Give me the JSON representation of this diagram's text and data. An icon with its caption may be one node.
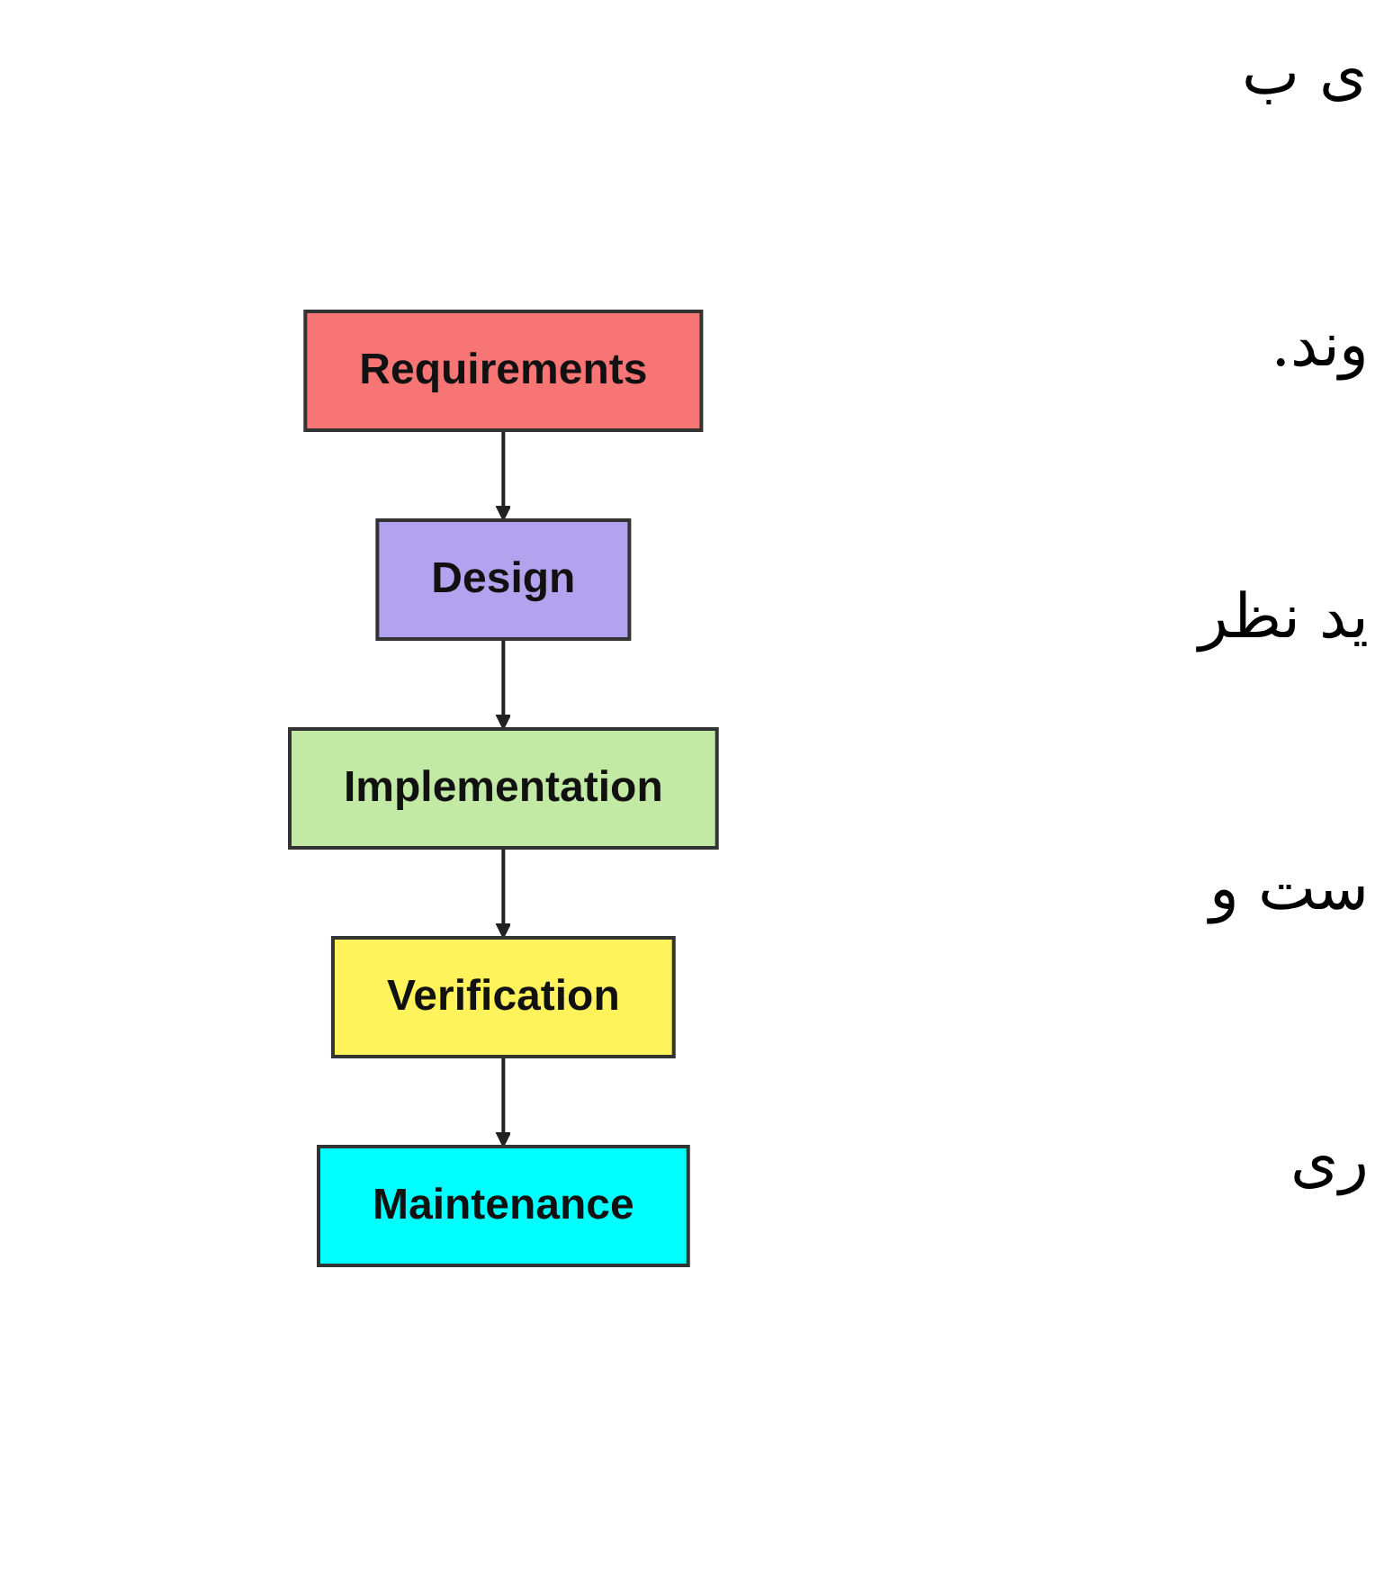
{
  "diagram": {
    "nodes": [
      {
        "text": [
          "Requirements"
        ]
      },
      {
        "text": [
          "Design"
        ]
      },
      {
        "text": [
          "Implementation"
        ]
      },
      {
        "text": [
          "Verification"
        ]
      },
      {
        "text": [
          "Maintenance"
        ]
      }
    ],
    "edges": [
      {
        "from": 0,
        "to": 1,
        "arrow": "to"
      },
      {
        "from": 1,
        "to": 2,
        "arrow": "to"
      },
      {
        "from": 2,
        "to": 3,
        "arrow": "to"
      },
      {
        "from": 3,
        "to": 4,
        "arrow": "to"
      }
    ],
    "labels": [
      "ی ب",
      "وند.",
      "ید نظر",
      "ست و",
      "ری"
    ]
  }
}
